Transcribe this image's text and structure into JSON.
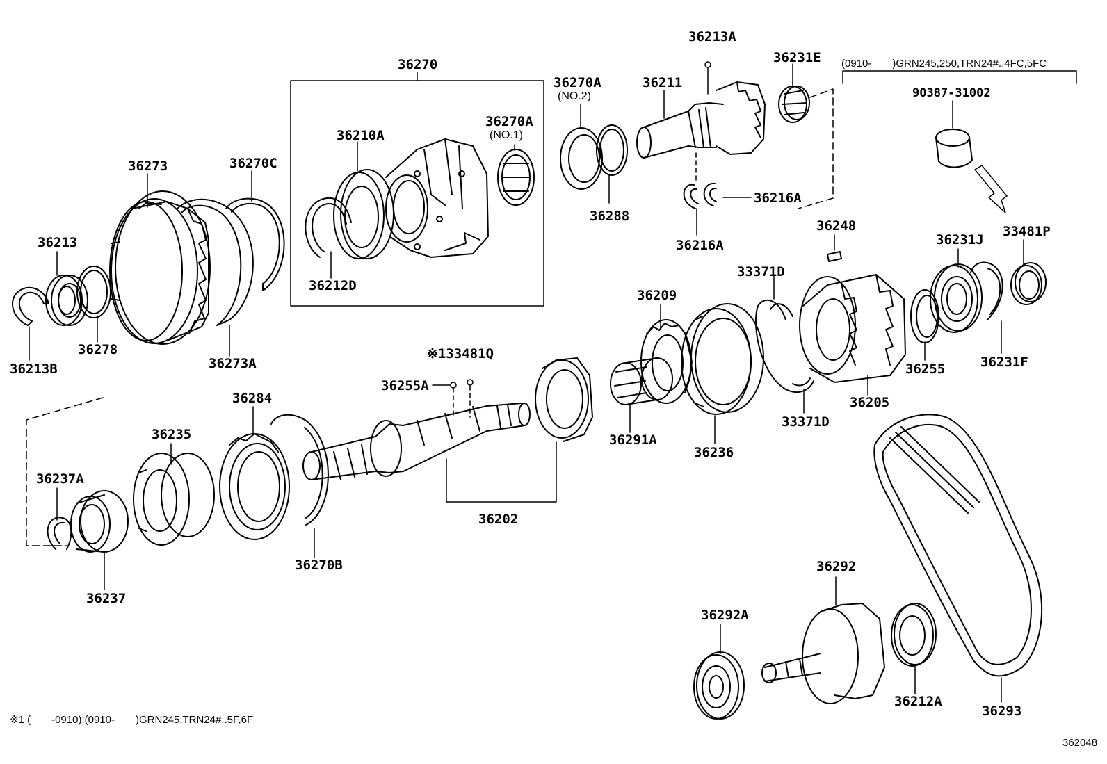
{
  "labels": {
    "p36270": "36270",
    "p36270A_no2": "36270A",
    "no2": "(NO.2)",
    "p36213A": "36213A",
    "p36231E": "36231E",
    "variant_note": "(0910-　　)GRN245,250,TRN24#..4FC,5FC",
    "p90387": "90387-31002",
    "p36211": "36211",
    "p36210A": "36210A",
    "p36270A_no1": "36270A",
    "no1": "(NO.1)",
    "p36273": "36273",
    "p36270C": "36270C",
    "p36213": "36213",
    "p36278": "36278",
    "p36213B": "36213B",
    "p36273A": "36273A",
    "p36212D": "36212D",
    "p36288": "36288",
    "p36216A_a": "36216A",
    "p36216A_b": "36216A",
    "p36248": "36248",
    "p36231J": "36231J",
    "p33481P": "33481P",
    "p33371D_a": "33371D",
    "p36209": "36209",
    "p33481Q": "※133481Q",
    "p36255A": "36255A",
    "p36284": "36284",
    "p36235": "36235",
    "p36237A": "36237A",
    "p36237": "36237",
    "p36270B": "36270B",
    "p36202": "36202",
    "p36291A": "36291A",
    "p36236": "36236",
    "p33371D_b": "33371D",
    "p36205": "36205",
    "p36255": "36255",
    "p36231F": "36231F",
    "p36292": "36292",
    "p36292A": "36292A",
    "p36212A": "36212A",
    "p36293": "36293",
    "footnote": "※1 (　　-0910);(0910-　　)GRN245,TRN24#..5F,6F",
    "figure_id": "362048"
  }
}
